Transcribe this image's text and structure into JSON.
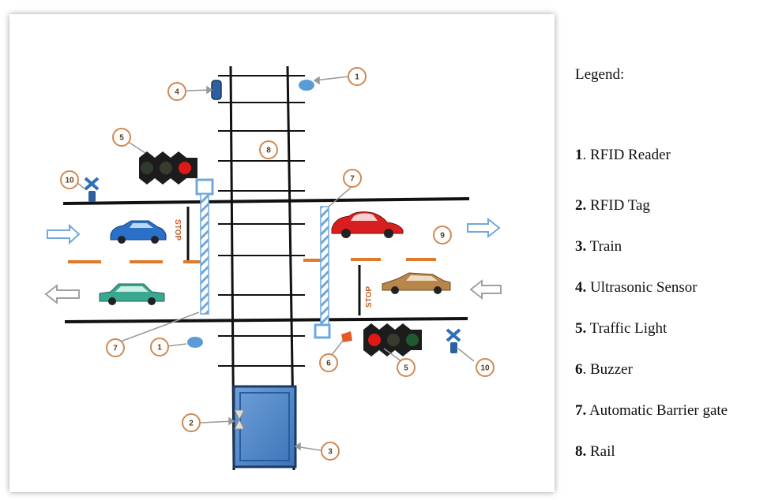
{
  "legend": {
    "title": "Legend:",
    "items": [
      {
        "num": "1",
        "sep": ".",
        "label": "RFID Reader"
      },
      {
        "num": "2.",
        "sep": "",
        "label": "RFID Tag"
      },
      {
        "num": "3.",
        "sep": "",
        "label": "Train"
      },
      {
        "num": "4.",
        "sep": "",
        "label": "Ultrasonic Sensor"
      },
      {
        "num": "5.",
        "sep": "",
        "label": "Traffic Light"
      },
      {
        "num": "6",
        "sep": ".",
        "label": "Buzzer"
      },
      {
        "num": "7.",
        "sep": "",
        "label": "Automatic Barrier gate"
      },
      {
        "num": "8.",
        "sep": "",
        "label": "Rail"
      }
    ]
  },
  "diagram": {
    "stop_sign_text": "STOP",
    "callouts": [
      {
        "id": "c1-top",
        "label": "1"
      },
      {
        "id": "c1-bottom",
        "label": "1"
      },
      {
        "id": "c2",
        "label": "2"
      },
      {
        "id": "c3",
        "label": "3"
      },
      {
        "id": "c4",
        "label": "4"
      },
      {
        "id": "c5-top",
        "label": "5"
      },
      {
        "id": "c5-bottom",
        "label": "5"
      },
      {
        "id": "c6",
        "label": "6"
      },
      {
        "id": "c7-left",
        "label": "7"
      },
      {
        "id": "c7-right",
        "label": "7"
      },
      {
        "id": "c8",
        "label": "8"
      },
      {
        "id": "c9",
        "label": "9"
      },
      {
        "id": "c10-left",
        "label": "10"
      },
      {
        "id": "c10-right",
        "label": "10"
      }
    ],
    "colors": {
      "road_line": "#111111",
      "lane_dash": "#e07a2a",
      "arrow": "#6fa8dc",
      "barrier": "#6fa8dc",
      "train": "#4a86c8",
      "callout_border": "#d08850",
      "car_blue": "#2a6fc8",
      "car_red": "#d81f1f",
      "car_teal": "#3aa890",
      "car_gold": "#b8864a"
    }
  }
}
